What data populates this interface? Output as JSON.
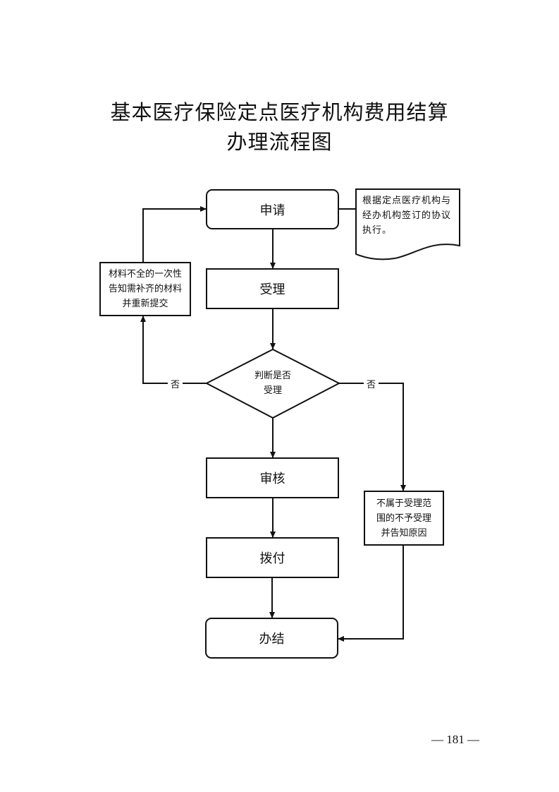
{
  "title": {
    "line1": "基本医疗保险定点医疗机构费用结算",
    "line2": "办理流程图"
  },
  "nodes": {
    "apply": "申请",
    "note": {
      "line1": "根据定点医疗机构与",
      "line2": "经办机构签订的协议",
      "line3": "执行。"
    },
    "accept": "受理",
    "supplement": {
      "line1": "材料不全的一次性",
      "line2": "告知需补齐的材料",
      "line3": "并重新提交"
    },
    "decision": {
      "line1": "判断是否",
      "line2": "受理"
    },
    "decision_no_left": "否",
    "decision_no_right": "否",
    "review": "审核",
    "reject": {
      "line1": "不属于受理范",
      "line2": "围的不予受理",
      "line3": "并告知原因"
    },
    "payment": "拨付",
    "complete": "办结"
  },
  "page_number": "— 181 —"
}
